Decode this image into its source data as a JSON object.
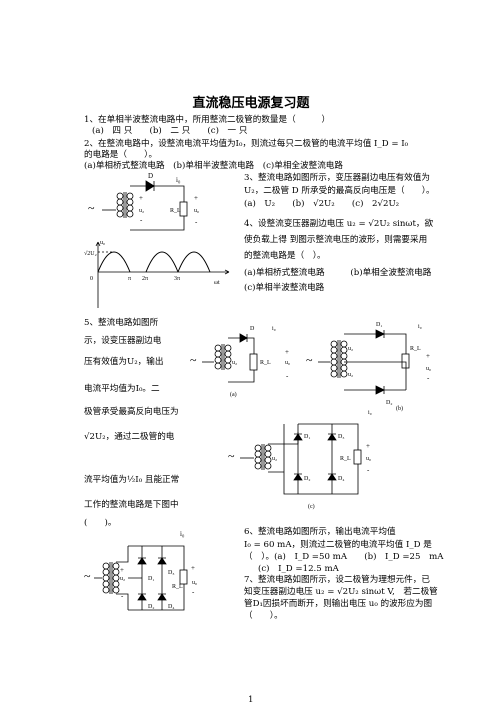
{
  "title": "直流稳压电源复习题",
  "page_number": "1",
  "q1": {
    "stem": "1、在单相半波整流电路中，所用整流二极管的数量是（　　　）",
    "options": "(a)　四 只　　(b)　二 只　　(c)　一 只"
  },
  "q2": {
    "line1": "2、在整流电路中，设整流电流平均值为I₀，则流过每只二极管的电流平均值 I_D = I₀",
    "line2": "的电路是（　　）。",
    "options": "(a)单相桥式整流电路　(b)单相半波整流电路　(c)单相全波整流电路"
  },
  "q3": {
    "line1": "3、整流电路如图所示，变压器副边电压有效值为",
    "line2": "U₂，二极管 D 所承受的最高反向电压是（　　）。",
    "options": "(a)　U₂　　(b)　√2U₂　　(c)　2√2U₂"
  },
  "q4": {
    "line1": "4、设整流变压器副边电压 u₂ = √2U₂ sinωt，欲",
    "line2": "使负载上得 到图示整流电压的波形，则需要采用",
    "line3": "的整流电路是（　）。",
    "opt_ab": "(a)单相桥式整流电路　　　(b)单相全波整流电路",
    "opt_c": "(c)单相半波整流电路"
  },
  "q5": {
    "lines": [
      "5、整流电路如图所",
      "示，设变压器副边电",
      "压有效值为U₂，输出",
      "电流平均值为I₀。二",
      "极管承受最高反向电压为",
      "√2U₂，通过二极管的电",
      "流平均值为½I₀ 且能正常",
      "工作的整流电路是下图中",
      "(　　)。"
    ]
  },
  "q6": {
    "line1": "6、整流电路如图所示，输出电流平均值",
    "line2": "I₀ = 60 mA，则流过二极管的电流平均值 I_D 是",
    "line3": "（　）。(a)　I_D =50 mA　　(b)　I_D =25　mA",
    "line4": "(c)　I_D =12.5 mA"
  },
  "q7": {
    "line1": "7、整流电路如图所示，设二极管为理想元件，已",
    "line2": "知变压器副边电压 u₂ = √2U₂ sinωt V,　若二极管",
    "line3": "管D₁因损坏而断开，则输出电压 u₀ 的波形应为图",
    "line4": "（　　）。"
  },
  "labels": {
    "D": "D",
    "D1": "D₁",
    "D2": "D₂",
    "D3": "D₃",
    "D4": "D₄",
    "io": "i₀",
    "u2": "u₂",
    "uo": "u₀",
    "RL": "R_L",
    "plus": "+",
    "minus": "-",
    "tilde": "~",
    "wave_y": "u₀",
    "wave_amp": "√2U₂",
    "wave_zero": "0",
    "wave_pi": "π",
    "wave_2pi": "2π",
    "wave_3pi": "3π",
    "wave_x": "ωt",
    "cap_a": "(a)",
    "cap_b": "(b)",
    "cap_c": "(c)"
  }
}
